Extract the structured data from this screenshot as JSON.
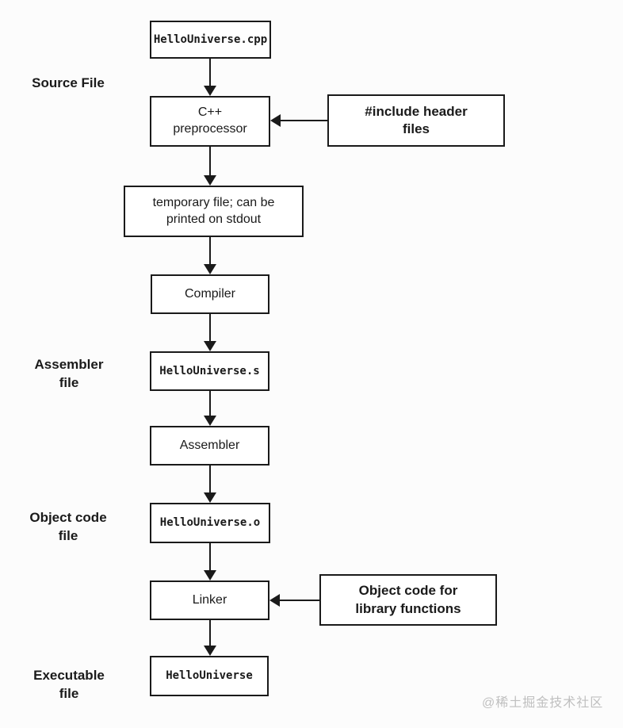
{
  "flow_nodes": {
    "cpp_file": "HelloUniverse.cpp",
    "preprocessor": "C++ preprocessor",
    "temp_file": "temporary file; can be printed on stdout",
    "compiler": "Compiler",
    "asm_file": "HelloUniverse.s",
    "assembler": "Assembler",
    "obj_file": "HelloUniverse.o",
    "linker": "Linker",
    "exe_file": "HelloUniverse"
  },
  "side_inputs": {
    "include_headers": "#include header files",
    "object_code_lib": "Object code for library functions"
  },
  "stage_labels": {
    "source": "Source File",
    "assembler": "Assembler file",
    "object": "Object code file",
    "executable": "Executable file"
  },
  "watermark": "@稀土掘金技术社区",
  "colors": {
    "background": "#fcfcfc",
    "box_fill": "#ffffff",
    "box_border": "#1a1a1a",
    "text": "#1a1a1a",
    "watermark": "#bfbfbf"
  }
}
